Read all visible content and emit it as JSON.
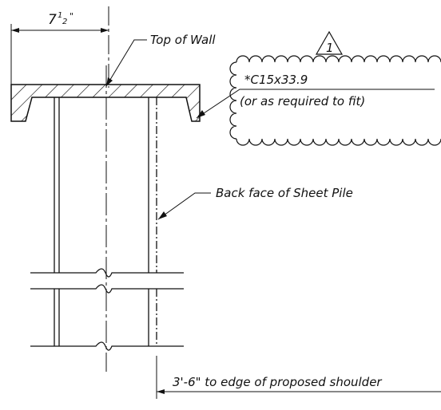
{
  "dimension": {
    "whole": "7",
    "numerator": "1",
    "denominator": "2",
    "inch_mark": "\""
  },
  "revision_mark": "1",
  "labels": {
    "top_of_wall": "Top of Wall",
    "channel_section": "*C15x33.9",
    "channel_note": "(or as required to fit)",
    "back_face": "Back face of Sheet Pile",
    "offset_note": "3'-6\" to edge of proposed shoulder"
  },
  "colors": {
    "ink": "#111111",
    "background": "#ffffff"
  }
}
